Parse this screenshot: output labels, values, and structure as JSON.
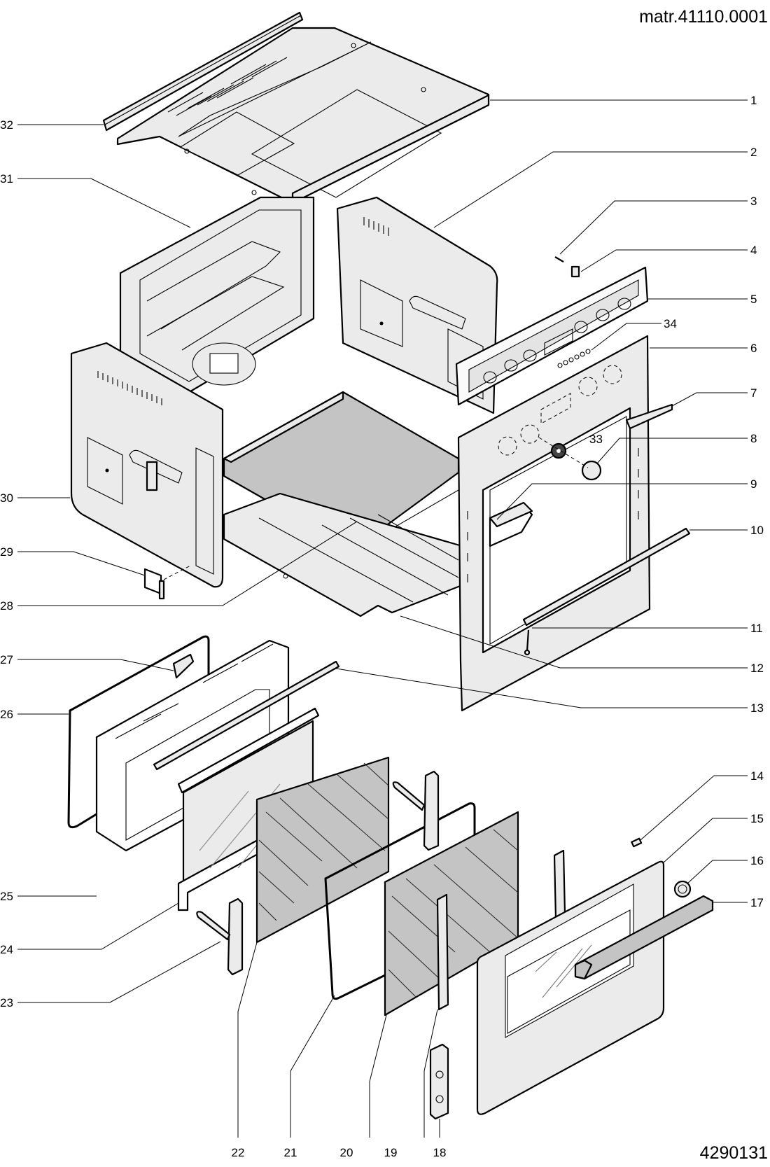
{
  "header": {
    "material_code": "matr.41110.0001"
  },
  "footer": {
    "drawing_number": "4290131"
  },
  "diagram": {
    "title": "Oven exploded parts view",
    "callouts": [
      {
        "id": "1",
        "side": "right"
      },
      {
        "id": "2",
        "side": "right"
      },
      {
        "id": "3",
        "side": "right"
      },
      {
        "id": "4",
        "side": "right"
      },
      {
        "id": "5",
        "side": "right"
      },
      {
        "id": "6",
        "side": "right"
      },
      {
        "id": "7",
        "side": "right"
      },
      {
        "id": "8",
        "side": "right"
      },
      {
        "id": "9",
        "side": "right"
      },
      {
        "id": "10",
        "side": "right"
      },
      {
        "id": "11",
        "side": "right"
      },
      {
        "id": "12",
        "side": "right"
      },
      {
        "id": "13",
        "side": "right"
      },
      {
        "id": "14",
        "side": "right"
      },
      {
        "id": "15",
        "side": "right"
      },
      {
        "id": "16",
        "side": "right"
      },
      {
        "id": "17",
        "side": "right"
      },
      {
        "id": "18",
        "side": "bottom"
      },
      {
        "id": "19",
        "side": "bottom"
      },
      {
        "id": "20",
        "side": "bottom"
      },
      {
        "id": "21",
        "side": "bottom"
      },
      {
        "id": "22",
        "side": "bottom"
      },
      {
        "id": "23",
        "side": "left"
      },
      {
        "id": "24",
        "side": "left"
      },
      {
        "id": "25",
        "side": "left"
      },
      {
        "id": "26",
        "side": "left"
      },
      {
        "id": "27",
        "side": "left"
      },
      {
        "id": "28",
        "side": "left"
      },
      {
        "id": "29",
        "side": "left"
      },
      {
        "id": "30",
        "side": "left"
      },
      {
        "id": "31",
        "side": "left"
      },
      {
        "id": "32",
        "side": "left"
      },
      {
        "id": "33",
        "side": "inline"
      },
      {
        "id": "34",
        "side": "inline"
      }
    ]
  }
}
